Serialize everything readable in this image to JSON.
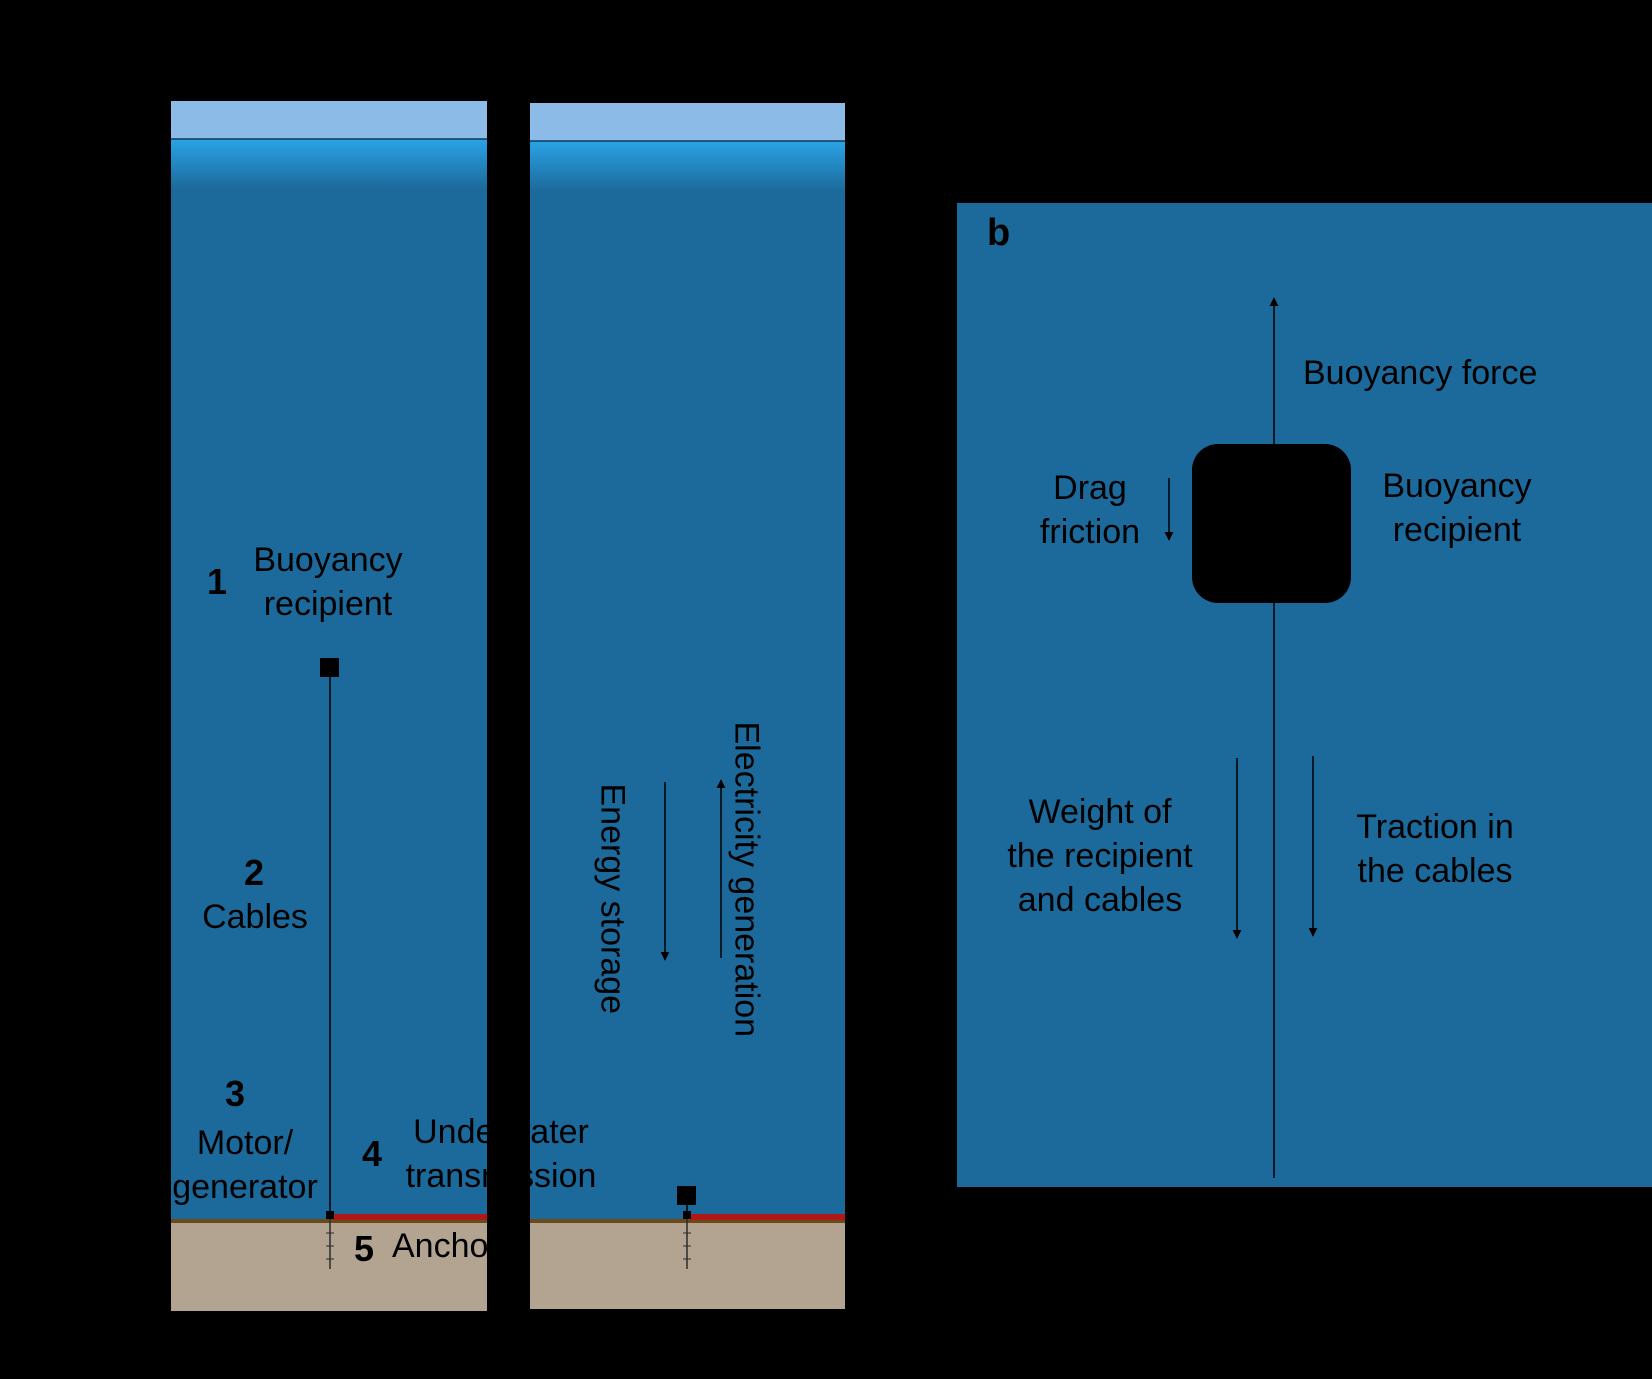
{
  "colors": {
    "background": "#000000",
    "water": "#1c6a9b",
    "sky": "#8cbbe8",
    "surface": "#2a9ee0",
    "seabed": "#b3a491",
    "seabed_line": "#6b4a1a",
    "transmission": "#b01818",
    "ink": "#000000"
  },
  "panel_a": {
    "items": [
      {
        "num": "1",
        "label": "Buoyancy\nrecipient"
      },
      {
        "num": "2",
        "label": "Cables"
      },
      {
        "num": "3",
        "label": "Motor/\ngenerator"
      },
      {
        "num": "4",
        "label": "Underwater\ntransmission"
      },
      {
        "num": "5",
        "label": "Anchor"
      }
    ],
    "energy_storage": "Energy storage",
    "electricity_generation": "Electricity generation"
  },
  "panel_b": {
    "letter": "b",
    "buoyancy_force": "Buoyancy force",
    "drag_friction": "Drag\nfriction",
    "buoyancy_recipient": "Buoyancy\nrecipient",
    "weight": "Weight of\nthe recipient\nand cables",
    "traction": "Traction in\nthe cables"
  }
}
